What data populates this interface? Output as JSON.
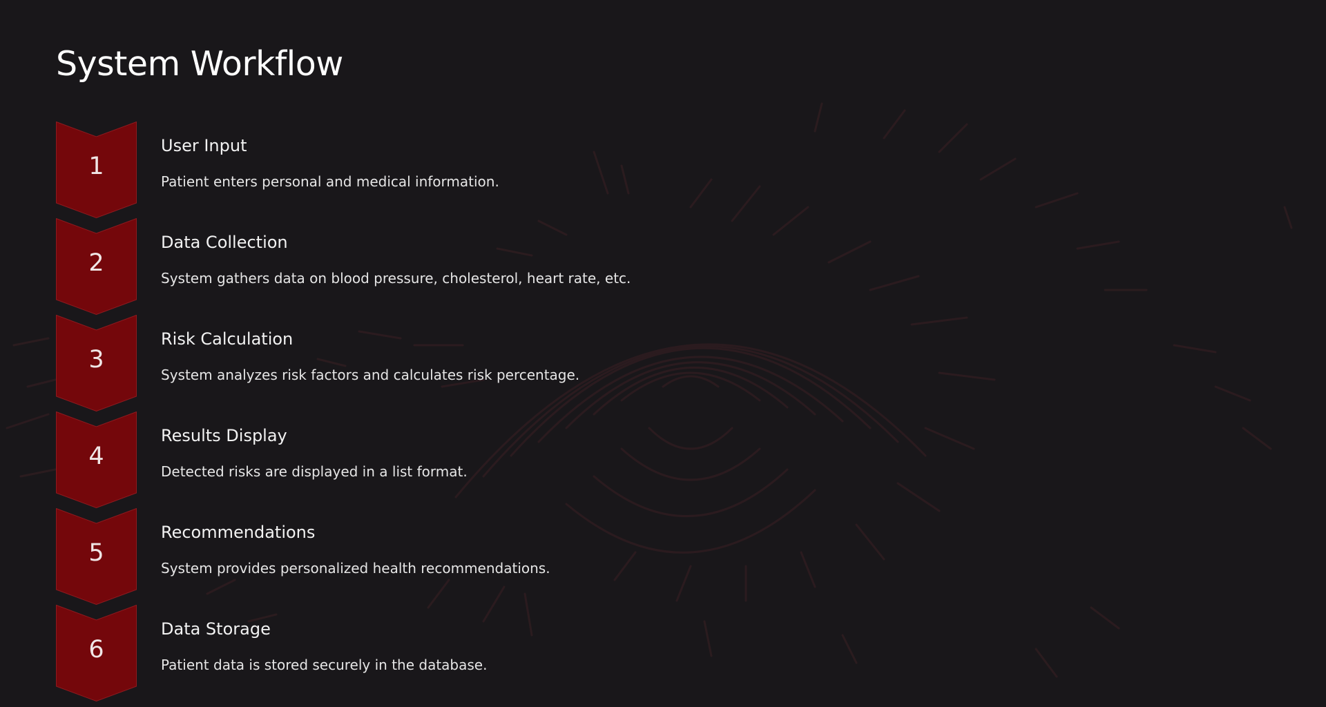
{
  "page": {
    "title": "System Workflow"
  },
  "colors": {
    "background": "#19171a",
    "chevron_fill": "#74070b",
    "chevron_stroke": "#8e1a1f",
    "text_primary": "#ffffff"
  },
  "steps": [
    {
      "number": "1",
      "title": "User Input",
      "description": "Patient enters personal and medical information."
    },
    {
      "number": "2",
      "title": "Data Collection",
      "description": "System gathers data on blood pressure, cholesterol, heart rate, etc."
    },
    {
      "number": "3",
      "title": "Risk Calculation",
      "description": "System analyzes risk factors and calculates risk percentage."
    },
    {
      "number": "4",
      "title": "Results Display",
      "description": "Detected risks are displayed in a list format."
    },
    {
      "number": "5",
      "title": "Recommendations",
      "description": "System provides personalized health recommendations."
    },
    {
      "number": "6",
      "title": "Data Storage",
      "description": "Patient data is stored securely in the database."
    }
  ]
}
